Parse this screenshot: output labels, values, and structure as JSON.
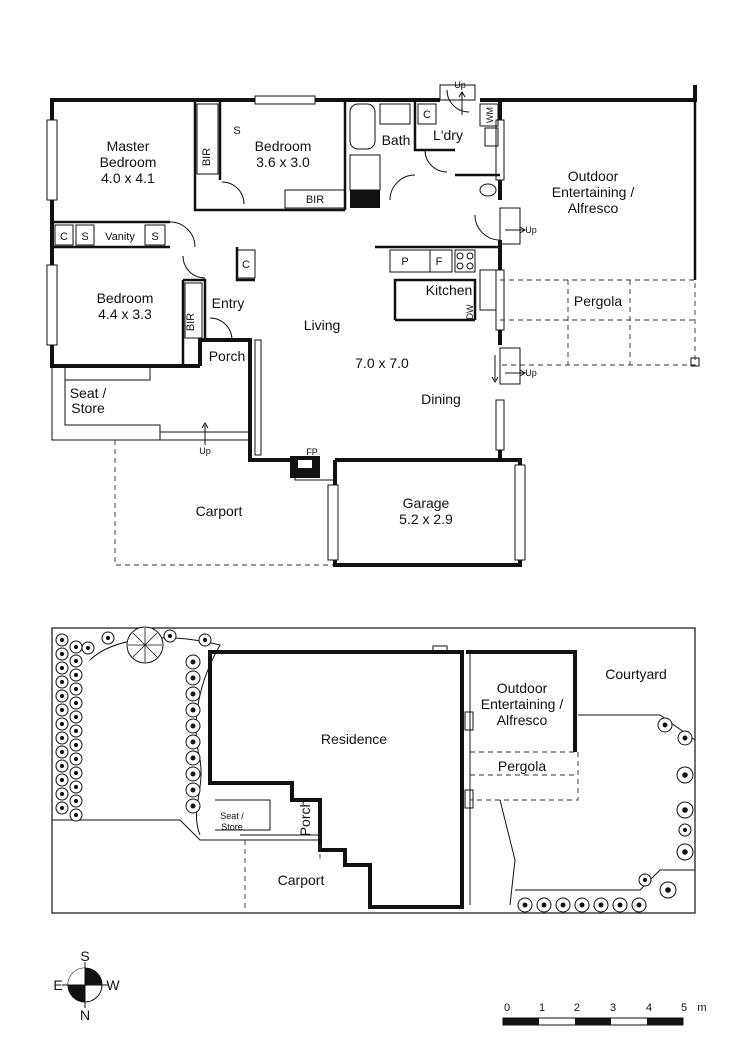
{
  "floorplan": {
    "rooms": {
      "master": {
        "line1": "Master",
        "line2": "Bedroom",
        "line3": "4.0 x 4.1"
      },
      "bedroom2": {
        "name": "Bedroom",
        "dims": "3.6 x 3.0"
      },
      "bedroom3": {
        "name": "Bedroom",
        "dims": "4.4 x 3.3"
      },
      "bath": "Bath",
      "laundry": "L'dry",
      "outdoor": {
        "line1": "Outdoor",
        "line2": "Entertaining /",
        "line3": "Alfresco"
      },
      "pergola": "Pergola",
      "kitchen": "Kitchen",
      "living": "Living",
      "living_dims": "7.0 x 7.0",
      "dining": "Dining",
      "entry": "Entry",
      "porch": "Porch",
      "seat": {
        "line1": "Seat /",
        "line2": "Store"
      },
      "carport": "Carport",
      "garage": {
        "name": "Garage",
        "dims": "5.2 x 2.9"
      }
    },
    "fixtures": {
      "bir": "BIR",
      "c": "C",
      "s": "S",
      "vanity": "Vanity",
      "p": "P",
      "f": "F",
      "dw": "DW",
      "wm": "WM",
      "fp": "FP",
      "up": "Up"
    }
  },
  "siteplan": {
    "residence": "Residence",
    "outdoor": {
      "line1": "Outdoor",
      "line2": "Entertaining /",
      "line3": "Alfresco"
    },
    "pergola": "Pergola",
    "courtyard": "Courtyard",
    "porch": "Porch",
    "seat": {
      "line1": "Seat /",
      "line2": "Store"
    },
    "carport": "Carport"
  },
  "compass": {
    "n": "N",
    "s": "S",
    "e": "E",
    "w": "W"
  },
  "scalebar": {
    "ticks": [
      "0",
      "1",
      "2",
      "3",
      "4",
      "5"
    ],
    "unit": "m"
  }
}
